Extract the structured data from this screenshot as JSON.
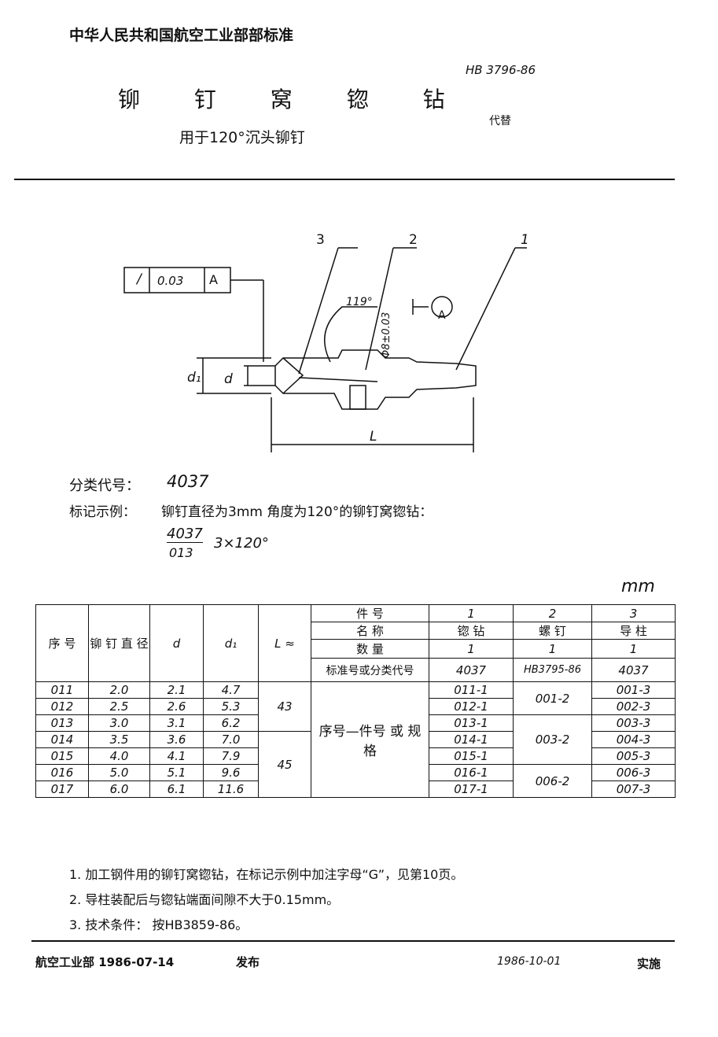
{
  "header": {
    "org": "中华人民共和国航空工业部部标准",
    "code": "HB 3796-86",
    "title": "铆 钉 窝 锪 钻",
    "subtitle": "用于120°沉头铆钉",
    "replaces": "代替"
  },
  "drawing": {
    "labels": [
      "3",
      "2",
      "1"
    ],
    "tolerance": [
      "/",
      "0.03",
      "A"
    ],
    "angle": "119°",
    "dia": "Φ8±0.03",
    "datum": "A",
    "d1": "d₁",
    "d": "d",
    "L": "L"
  },
  "info": {
    "class_label": "分类代号：",
    "class_code": "4037",
    "example_label": "标记示例：",
    "example_text": "铆钉直径为3mm 角度为120°的铆钉窝锪钻：",
    "mark_num": "4037",
    "mark_den": "013",
    "mark_suffix": "3×120°"
  },
  "unit": "mm",
  "table": {
    "headers": {
      "seq": "序 号",
      "rivet_dia": "铆 钉 直 径",
      "d": "d",
      "d1": "d₁",
      "L": "L ≈",
      "part_no": "件 号",
      "name": "名 称",
      "qty": "数 量",
      "std": "标准号或分类代号",
      "seq_part": "序号—件号 或 规 格"
    },
    "parts": [
      {
        "no": "1",
        "name": "锪 钻",
        "qty": "1",
        "std": "4037"
      },
      {
        "no": "2",
        "name": "螺 钉",
        "qty": "1",
        "std": "HB3795-86"
      },
      {
        "no": "3",
        "name": "导 柱",
        "qty": "1",
        "std": "4037"
      }
    ],
    "L_values": [
      "43",
      "45"
    ],
    "rows": [
      {
        "seq": "011",
        "dia": "2.0",
        "d": "2.1",
        "d1": "4.7",
        "p1": "011-1",
        "p3": "001-3"
      },
      {
        "seq": "012",
        "dia": "2.5",
        "d": "2.6",
        "d1": "5.3",
        "p1": "012-1",
        "p3": "002-3"
      },
      {
        "seq": "013",
        "dia": "3.0",
        "d": "3.1",
        "d1": "6.2",
        "p1": "013-1",
        "p3": "003-3"
      },
      {
        "seq": "014",
        "dia": "3.5",
        "d": "3.6",
        "d1": "7.0",
        "p1": "014-1",
        "p3": "004-3"
      },
      {
        "seq": "015",
        "dia": "4.0",
        "d": "4.1",
        "d1": "7.9",
        "p1": "015-1",
        "p3": "005-3"
      },
      {
        "seq": "016",
        "dia": "5.0",
        "d": "5.1",
        "d1": "9.6",
        "p1": "016-1",
        "p3": "006-3"
      },
      {
        "seq": "017",
        "dia": "6.0",
        "d": "6.1",
        "d1": "11.6",
        "p1": "017-1",
        "p3": "007-3"
      }
    ],
    "p2": [
      "001-2",
      "003-2",
      "006-2"
    ]
  },
  "notes": [
    "1.  加工钢件用的铆钉窝锪钻，在标记示例中加注字母“G”，见第10页。",
    "2.  导柱装配后与锪钻端面间隙不大于0.15mm。",
    "3.  技术条件：  按HB3859-86。"
  ],
  "footer": {
    "issuer": "航空工业部 1986-07-14",
    "issued": "发布",
    "date": "1986-10-01",
    "effective": "实施"
  }
}
